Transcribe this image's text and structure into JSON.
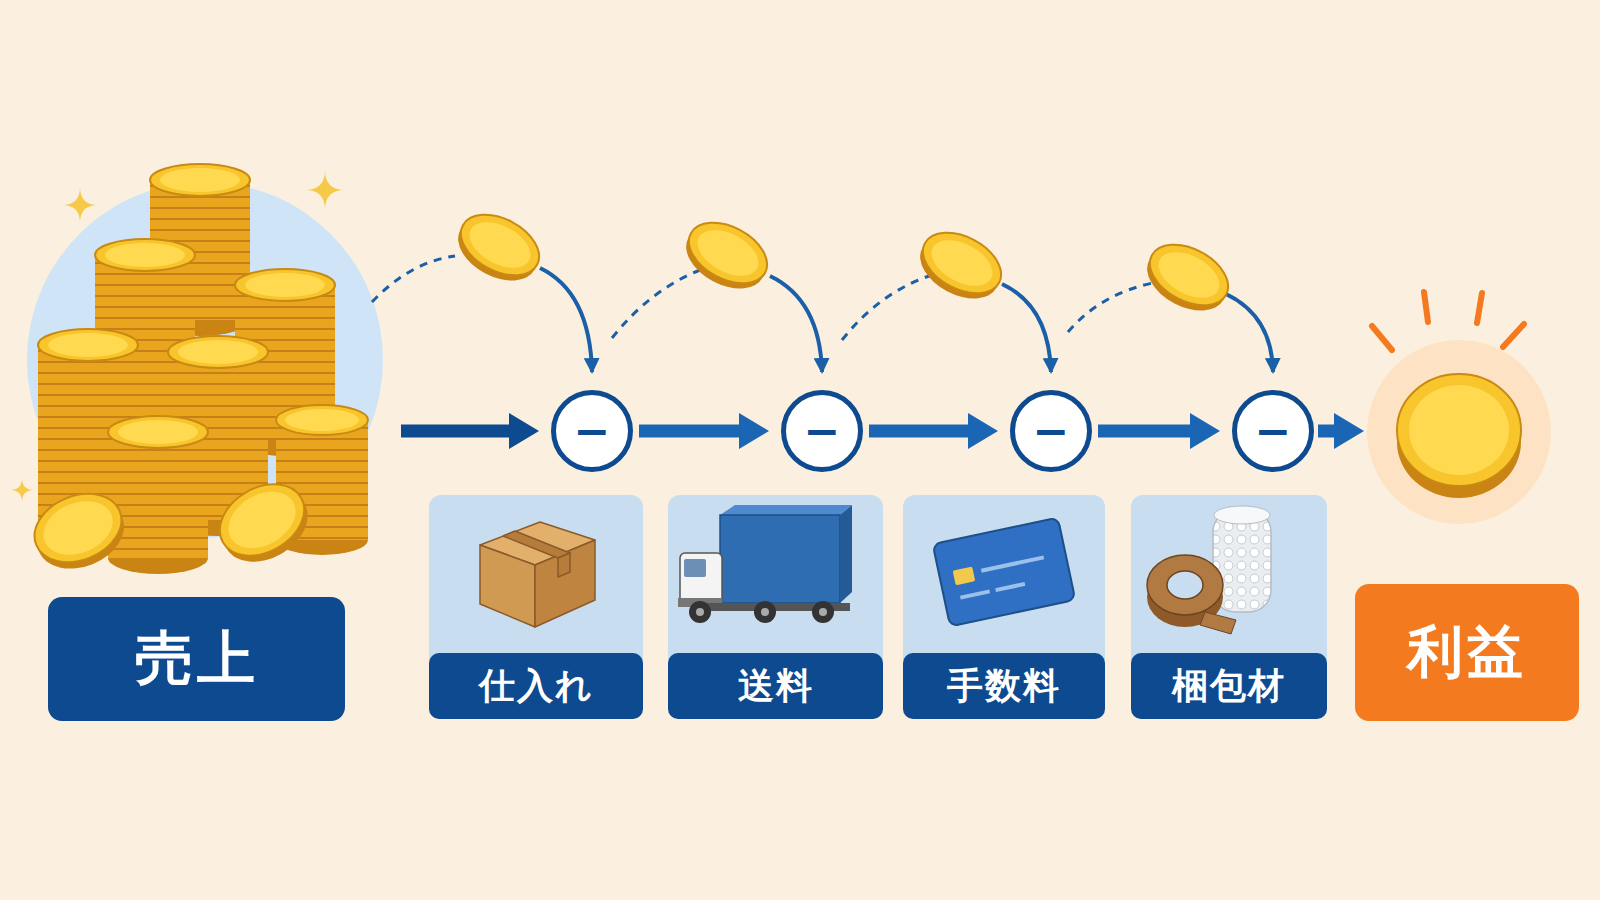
{
  "diagram": {
    "nodes": [
      {
        "text": [
          "売上"
        ]
      },
      {
        "text": [
          "−"
        ]
      },
      {
        "text": [
          "仕入れ"
        ]
      },
      {
        "text": [
          "−"
        ]
      },
      {
        "text": [
          "送料"
        ]
      },
      {
        "text": [
          "−"
        ]
      },
      {
        "text": [
          "手数料"
        ]
      },
      {
        "text": [
          "−"
        ]
      },
      {
        "text": [
          "梱包材"
        ]
      },
      {
        "text": [
          "利益"
        ]
      }
    ],
    "edges": [
      {
        "from": 0,
        "to": 1,
        "arrow": "to"
      },
      {
        "from": 1,
        "to": 3,
        "arrow": "to"
      },
      {
        "from": 3,
        "to": 5,
        "arrow": "to"
      },
      {
        "from": 5,
        "to": 7,
        "arrow": "to"
      },
      {
        "from": 7,
        "to": 9,
        "arrow": "to"
      }
    ]
  }
}
